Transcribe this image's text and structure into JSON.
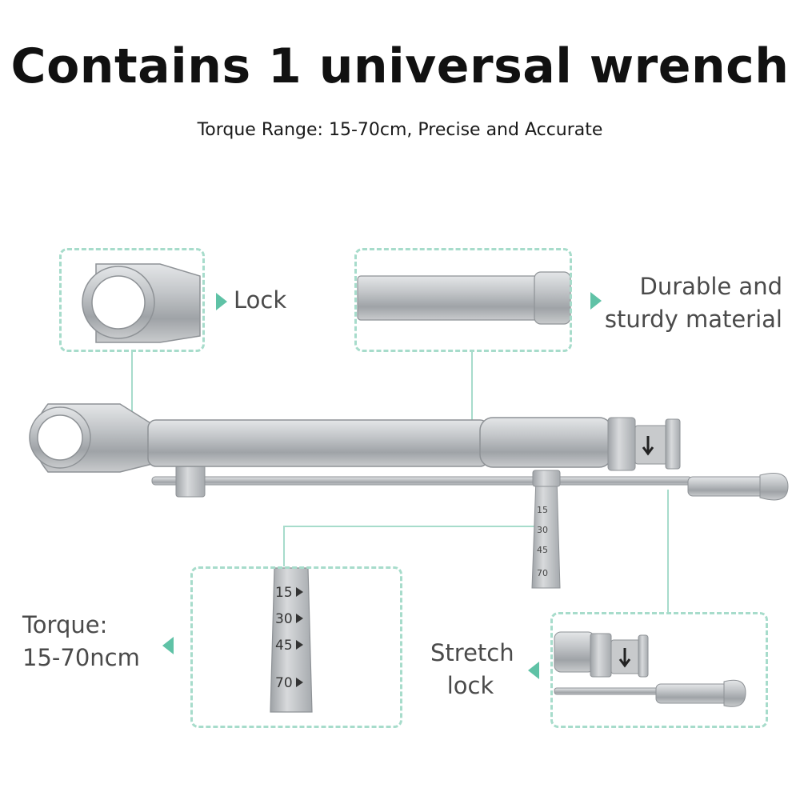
{
  "header": {
    "title": "Contains 1 universal wrench",
    "subtitle": "Torque Range: 15-70cm, Precise and Accurate"
  },
  "callouts": {
    "lock": "Lock",
    "material_line1": "Durable and",
    "material_line2": "sturdy material",
    "torque_line1": "Torque:",
    "torque_line2": "15-70ncm",
    "stretch_line1": "Stretch",
    "stretch_line2": "lock"
  },
  "scale_marks": [
    "15",
    "30",
    "45",
    "70"
  ],
  "colors": {
    "accent": "#5fc2a6",
    "dashed_border": "#a7dccb",
    "metal": "#b4b7ba"
  }
}
